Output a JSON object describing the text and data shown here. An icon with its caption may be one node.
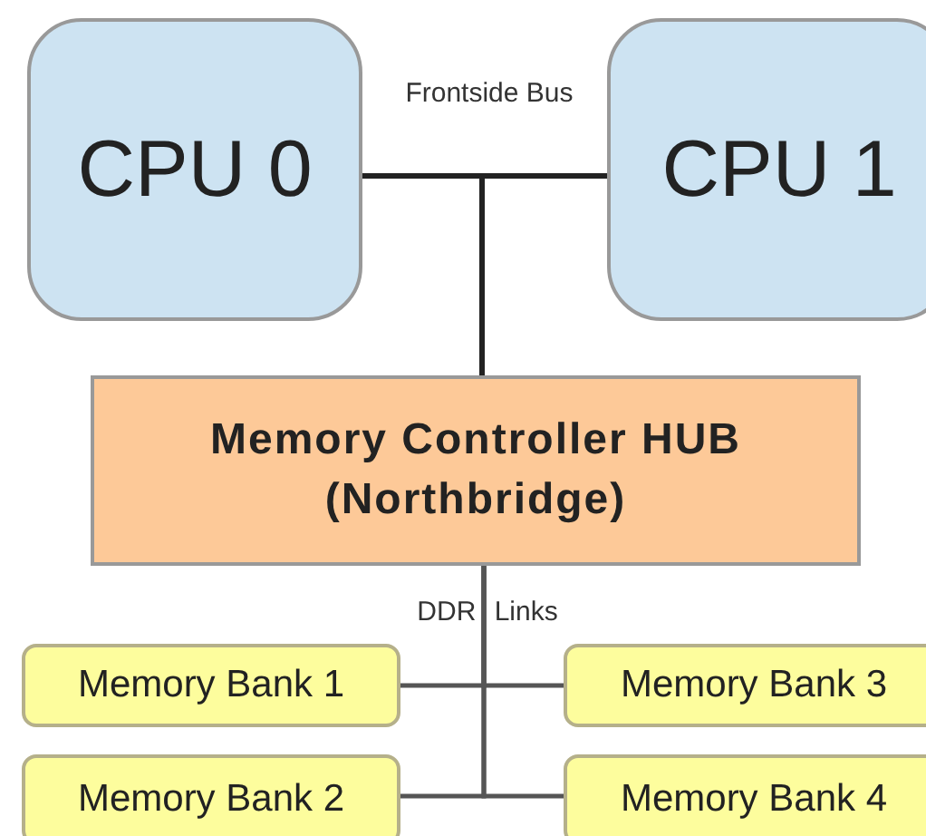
{
  "diagram": {
    "nodes": [
      {
        "text": [
          "CPU 0"
        ]
      },
      {
        "text": [
          "CPU 1"
        ]
      },
      {
        "text": [
          "Memory Controller HUB (Northbridge)"
        ]
      },
      {
        "text": [
          "Memory Bank 1"
        ]
      },
      {
        "text": [
          "Memory Bank 3"
        ]
      },
      {
        "text": [
          "Memory Bank 2"
        ]
      },
      {
        "text": [
          "Memory Bank 4"
        ]
      }
    ],
    "edges": [
      {
        "from": 0,
        "to": 2,
        "arrow": "none"
      },
      {
        "from": 1,
        "to": 2,
        "arrow": "none"
      },
      {
        "from": 2,
        "to": 3,
        "arrow": "none"
      },
      {
        "from": 2,
        "to": 4,
        "arrow": "none"
      },
      {
        "from": 2,
        "to": 5,
        "arrow": "none"
      },
      {
        "from": 2,
        "to": 6,
        "arrow": "none"
      }
    ],
    "labels": [
      "Frontside Bus",
      "DDR Links"
    ]
  }
}
